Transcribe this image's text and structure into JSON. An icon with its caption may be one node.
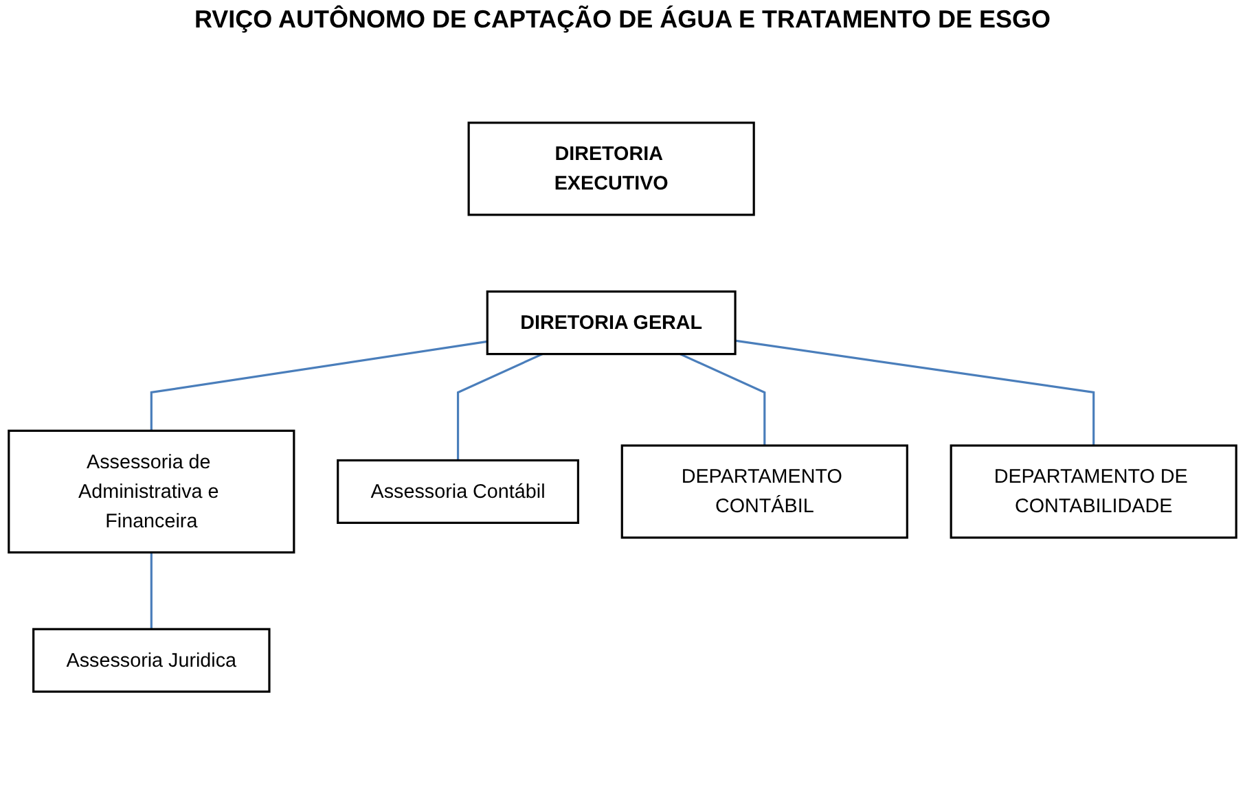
{
  "diagram": {
    "title": "RVIÇO AUTÔNOMO DE CAPTAÇÃO DE ÁGUA E TRATAMENTO DE ESGO",
    "nodes": [
      {
        "text": [
          "DIRETORIA GERAL"
        ]
      },
      {
        "text": [
          "DIRETORIA EXECUTIVO"
        ]
      },
      {
        "text": [
          "Assessoria de Administrativa e Financeira"
        ]
      },
      {
        "text": [
          "Assessoria Juridica"
        ]
      },
      {
        "text": [
          "Assessoria Contábil"
        ]
      },
      {
        "text": [
          "DEPARTAMENTO CONTÁBIL"
        ]
      },
      {
        "text": [
          "DEPARTAMENTO DE CONTABILIDADE"
        ]
      }
    ],
    "edges": [
      {
        "from": 0,
        "to": 2,
        "arrow": "none"
      },
      {
        "from": 0,
        "to": 4,
        "arrow": "none"
      },
      {
        "from": 2,
        "to": 3,
        "arrow": "none"
      },
      {
        "from": 0,
        "to": 5,
        "arrow": "none"
      },
      {
        "from": 0,
        "to": 6,
        "arrow": "none"
      }
    ]
  }
}
